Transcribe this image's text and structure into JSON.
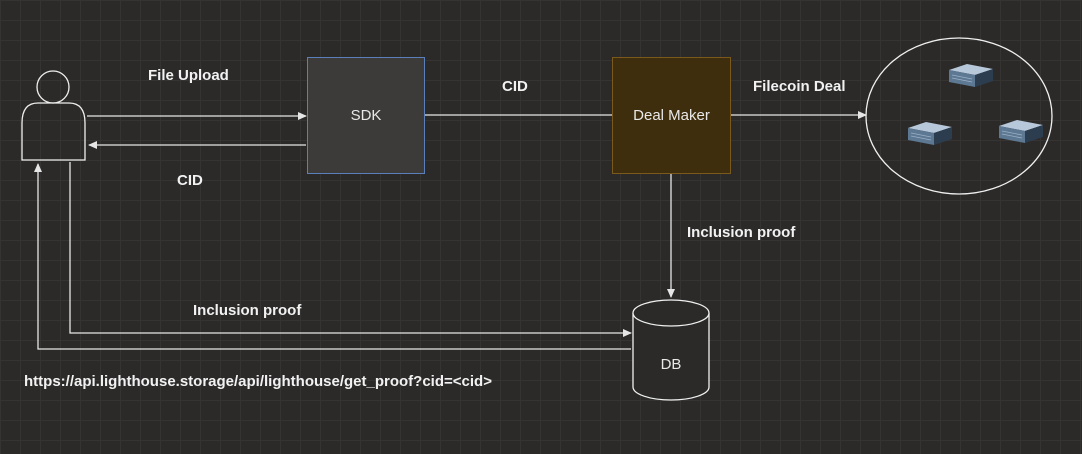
{
  "nodes": {
    "sdk": "SDK",
    "deal_maker": "Deal Maker",
    "db": "DB"
  },
  "edges": {
    "file_upload": "File Upload",
    "cid_return": "CID",
    "cid_forward": "CID",
    "filecoin_deal": "Filecoin Deal",
    "inclusion_proof_down": "Inclusion proof",
    "inclusion_proof_user": "Inclusion proof",
    "proof_url": "https://api.lighthouse.storage/api/lighthouse/get_proof?cid=<cid>"
  },
  "colors": {
    "background": "#2b2a29",
    "sdk_fill": "#3c3b39",
    "sdk_border": "#5b7fb8",
    "deal_maker_fill": "#3f2e0e",
    "deal_maker_border": "#7a5a1c",
    "line": "#e6e6e6"
  },
  "icons": {
    "user": "user-icon",
    "storage": [
      "server-icon",
      "server-icon",
      "server-icon"
    ]
  }
}
